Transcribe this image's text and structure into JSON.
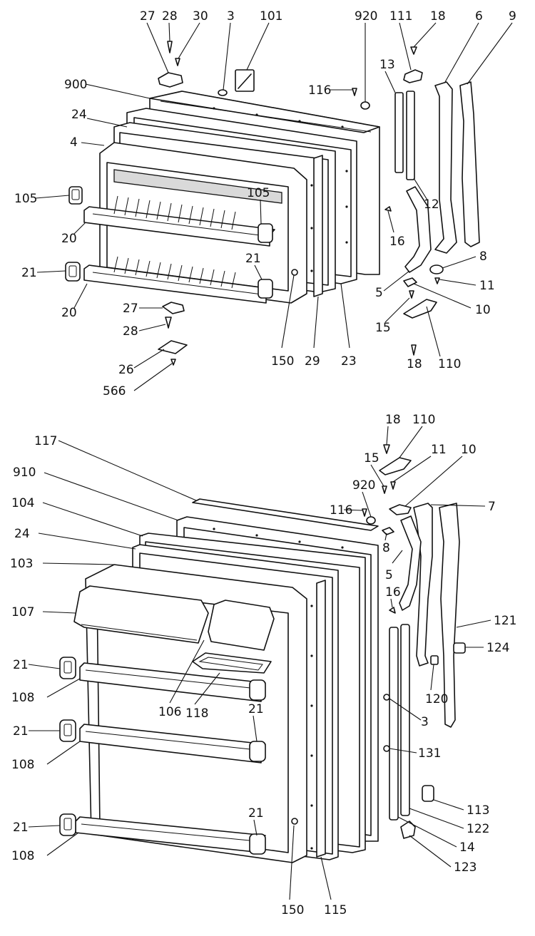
{
  "upper_door_labels": {
    "l27": "27",
    "l28": "28",
    "l30": "30",
    "l3": "3",
    "l101": "101",
    "l920": "920",
    "l111": "111",
    "l18a": "18",
    "l6": "6",
    "l9": "9",
    "l900": "900",
    "l116": "116",
    "l13": "13",
    "l24": "24",
    "l4": "4",
    "l105a": "105",
    "l105b": "105",
    "l12": "12",
    "l16": "16",
    "l20a": "20",
    "l21a": "21",
    "l21b": "21",
    "l8": "8",
    "l11": "11",
    "l5": "5",
    "l20b": "20",
    "l10": "10",
    "l27b": "27",
    "l15": "15",
    "l28b": "28",
    "l18b": "18",
    "l110": "110",
    "l150": "150",
    "l29": "29",
    "l23": "23",
    "l26": "26",
    "l566": "566"
  },
  "lower_door_labels": {
    "l18": "18",
    "l110": "110",
    "l117": "117",
    "l15": "15",
    "l11": "11",
    "l10": "10",
    "l910": "910",
    "l920": "920",
    "l116": "116",
    "l104": "104",
    "l7": "7",
    "l24": "24",
    "l8": "8",
    "l103": "103",
    "l5": "5",
    "l16": "16",
    "l107": "107",
    "l121": "121",
    "l124": "124",
    "l21a": "21",
    "l120": "120",
    "l108a": "108",
    "l106": "106",
    "l118": "118",
    "l3": "3",
    "l21b": "21",
    "l21c": "21",
    "l108b": "108",
    "l131": "131",
    "l113": "113",
    "l21d": "21",
    "l122": "122",
    "l21e": "21",
    "l14": "14",
    "l108c": "108",
    "l123": "123",
    "l150": "150",
    "l115": "115"
  }
}
